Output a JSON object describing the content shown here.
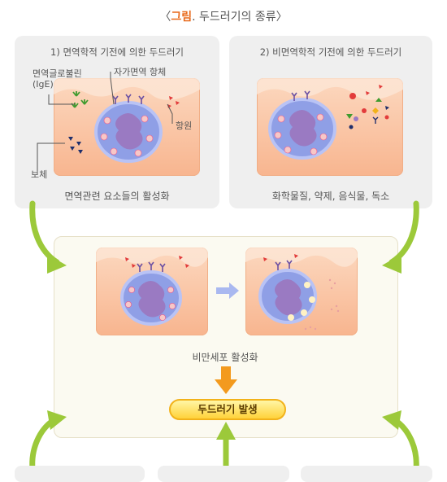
{
  "title": {
    "prefix": "〈",
    "accent": "그림",
    "rest": ". 두드러기의 종류〉"
  },
  "panel_left": {
    "heading": "1) 면역학적 기전에 의한 두드러기",
    "caption": "면역관련 요소들의 활성화",
    "labels": {
      "igE_line1": "면역글로불린",
      "igE_line2": "(IgE)",
      "autoantibody": "자가면역 항체",
      "antigen": "항원",
      "complement": "보체"
    }
  },
  "panel_right": {
    "heading": "2) 비면역학적 기전에 의한 두드러기",
    "caption": "화학물질, 약제, 음식물, 독소"
  },
  "center": {
    "caption": "비만세포 활성화",
    "result": "두드러기 발생"
  },
  "colors": {
    "accent": "#e86a1c",
    "arrow_green": "#9cc93a",
    "arrow_orange": "#f39a1e",
    "cell_blue": "#8f9fe6",
    "nucleus": "#9a7ac2",
    "granule": "#f7c7c7"
  }
}
